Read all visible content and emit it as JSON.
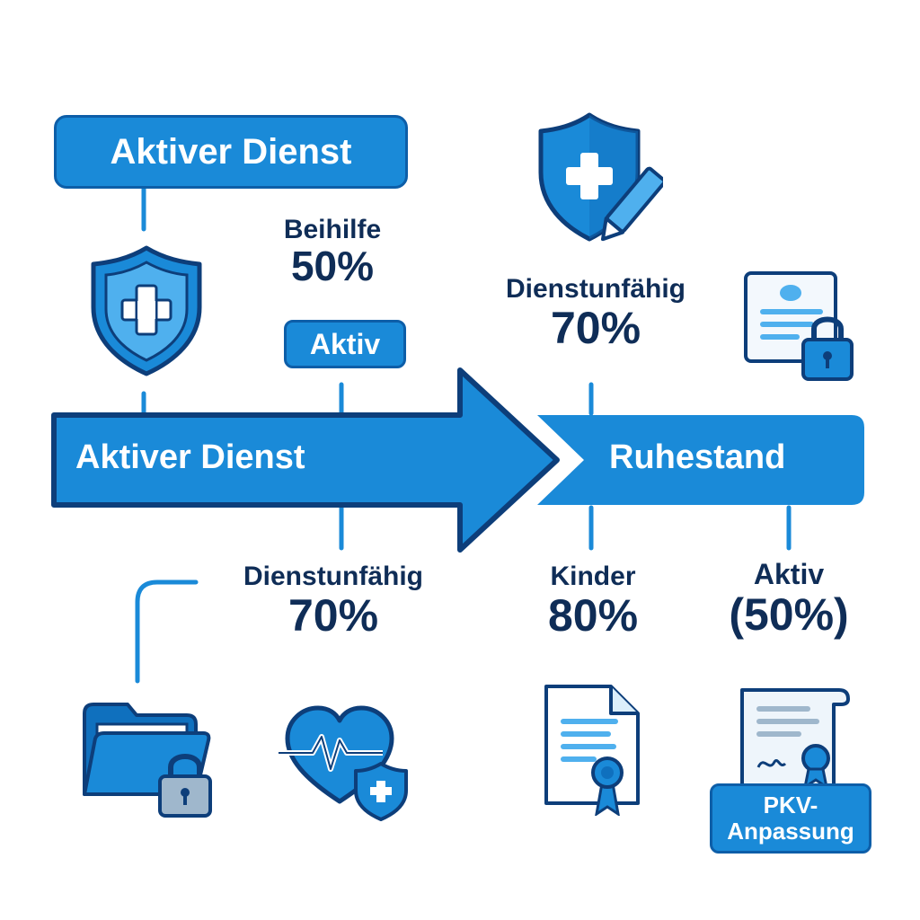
{
  "top_badge": {
    "text": "Aktiver Dienst"
  },
  "timeline": {
    "left_phase": "Aktiver Dienst",
    "right_phase": "Ruhestand"
  },
  "annotations": {
    "beihilfe": {
      "name": "Beihilfe",
      "value": "50%"
    },
    "aktiv_tag": {
      "text": "Aktiv"
    },
    "dienstunfaehig_top": {
      "name": "Dienstunfähig",
      "value": "70%"
    },
    "dienstunfaehig_bottom": {
      "name": "Dienstunfähig",
      "value": "70%"
    },
    "kinder": {
      "name": "Kinder",
      "value": "80%"
    },
    "aktiv_50": {
      "name": "Aktiv",
      "value": "(50%)"
    },
    "pkv_badge": {
      "line1": "PKV-",
      "line2": "Anpassung"
    }
  },
  "icons": [
    "shield-plus-icon",
    "shield-pencil-icon",
    "certificate-lock-icon",
    "folder-lock-icon",
    "heart-pulse-shield-icon",
    "document-award-icon",
    "scroll-certificate-icon"
  ],
  "colors": {
    "primary": "#1a8ad8",
    "dark": "#0d5ea8",
    "text": "#0f2d57",
    "light": "#dbeefb"
  }
}
